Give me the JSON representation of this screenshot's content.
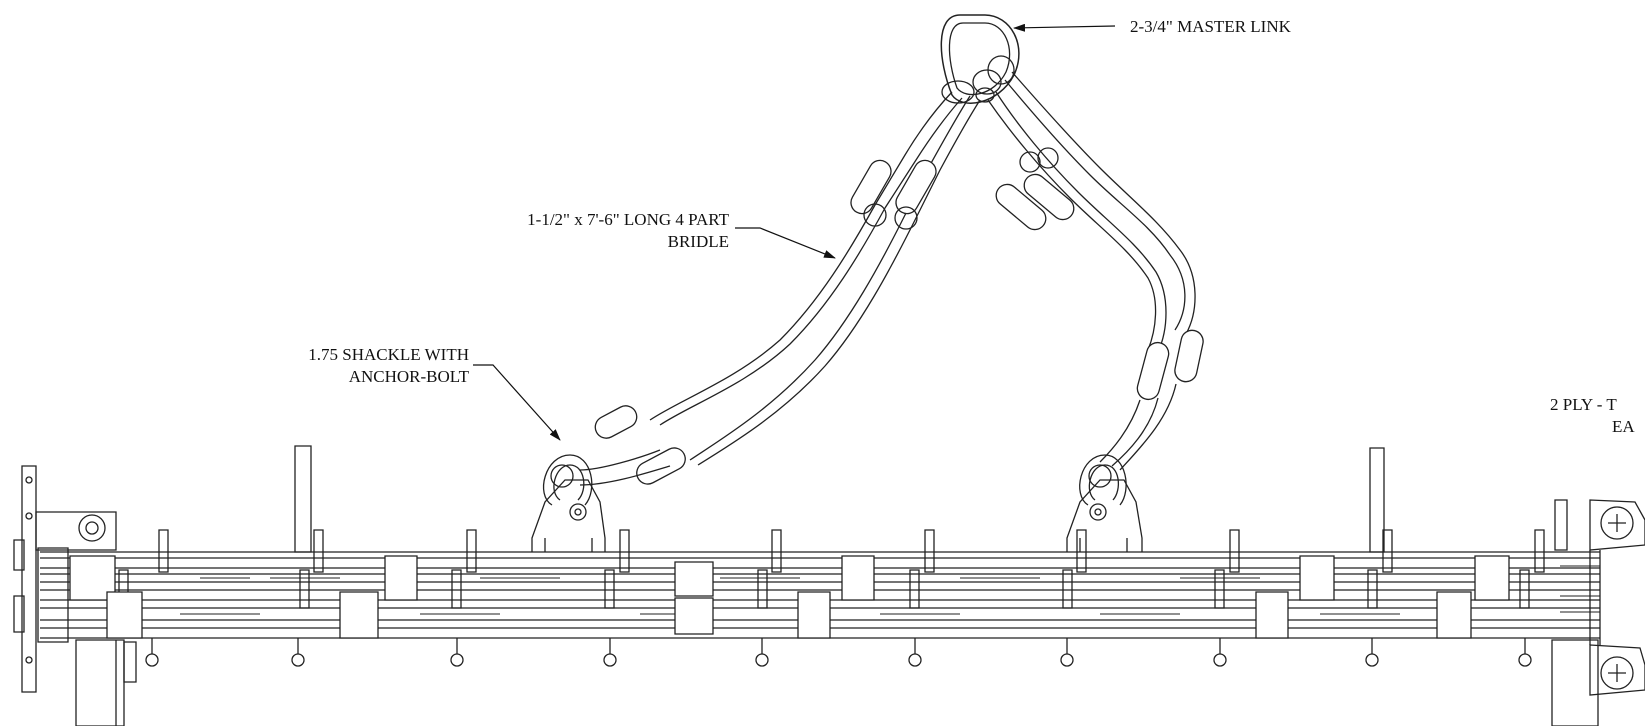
{
  "callouts": {
    "master_link": "2-3/4\" MASTER LINK",
    "bridle_line1": "1-1/2\" x 7'-6\" LONG 4 PART",
    "bridle_line2": "BRIDLE",
    "shackle_line1": "1.75 SHACKLE WITH",
    "shackle_line2": "ANCHOR-BOLT",
    "ply_line1": "2 PLY - T",
    "ply_line2": "EA"
  }
}
